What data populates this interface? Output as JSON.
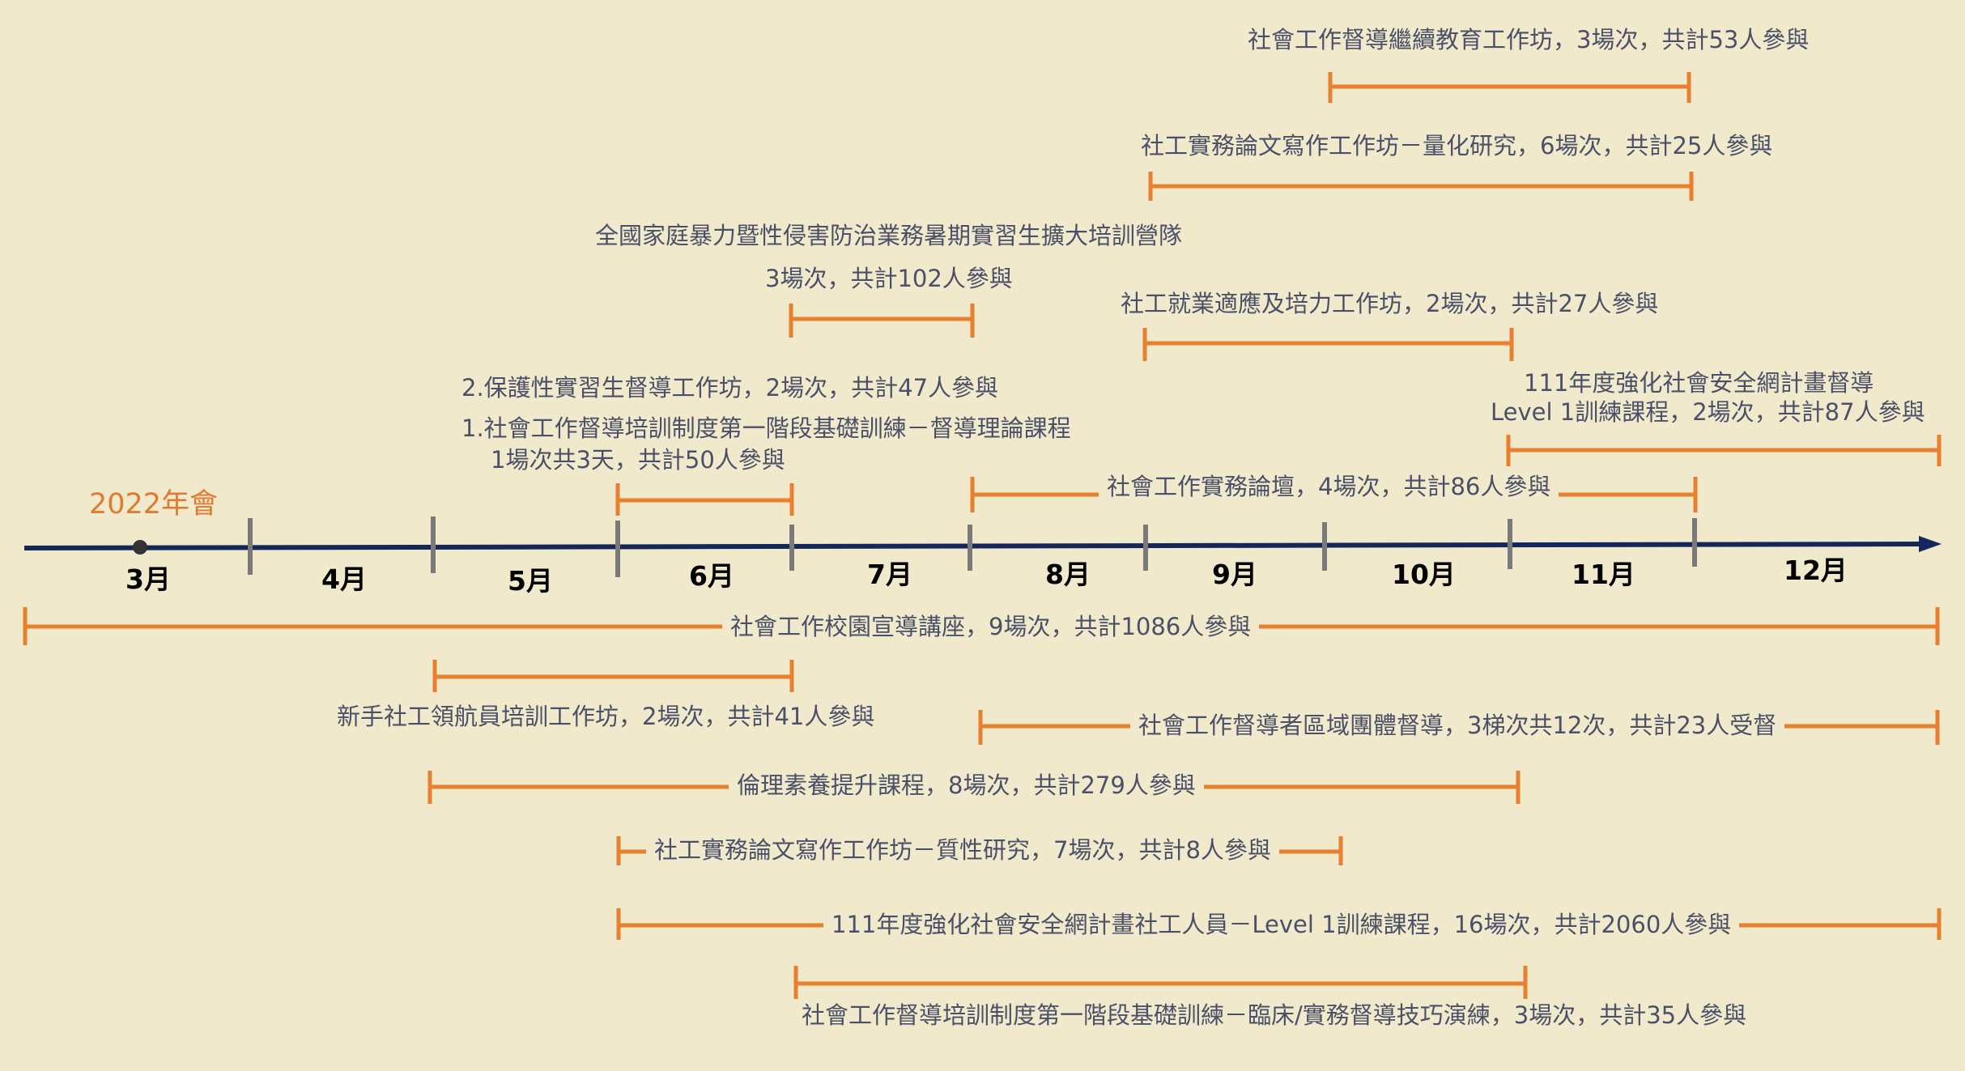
{
  "colors": {
    "background": "#f1e9cc",
    "axis": "#14265a",
    "tick": "#7a7a7a",
    "bracket": "#e8802f",
    "text": "#4a5068",
    "year": "#e07a30"
  },
  "year_label": "2022年會",
  "months": [
    "3月",
    "4月",
    "5月",
    "6月",
    "7月",
    "8月",
    "9月",
    "10月",
    "11月",
    "12月"
  ],
  "events": {
    "e1": "社會工作督導繼續教育工作坊，3場次，共計53人參與",
    "e2": "社工實務論文寫作工作坊－量化研究，6場次，共計25人參與",
    "e3_line1": "全國家庭暴力暨性侵害防治業務暑期實習生擴大培訓營隊",
    "e3_line2": "3場次，共計102人參與",
    "e4": "社工就業適應及培力工作坊，2場次，共計27人參與",
    "e5": "2.保護性實習生督導工作坊，2場次，共計47人參與",
    "e6_line1": "1.社會工作督導培訓制度第一階段基礎訓練－督導理論課程",
    "e6_line2": "1場次共3天，共計50人參與",
    "e7_line1": "111年度強化社會安全網計畫督導",
    "e7_line2": "Level 1訓練課程，2場次，共計87人參與",
    "e8": "社會工作實務論壇，4場次，共計86人參與",
    "e9": "社會工作校園宣導講座，9場次，共計1086人參與",
    "e10": "新手社工領航員培訓工作坊，2場次，共計41人參與",
    "e11": "社會工作督導者區域團體督導，3梯次共12次，共計23人受督",
    "e12": "倫理素養提升課程，8場次，共計279人參與",
    "e13": "社工實務論文寫作工作坊－質性研究，7場次，共計8人參與",
    "e14": "111年度強化社會安全網計畫社工人員－Level 1訓練課程，16場次，共計2060人參與",
    "e15": "社會工作督導培訓制度第一階段基礎訓練－臨床/實務督導技巧演練，3場次，共計35人參與"
  }
}
